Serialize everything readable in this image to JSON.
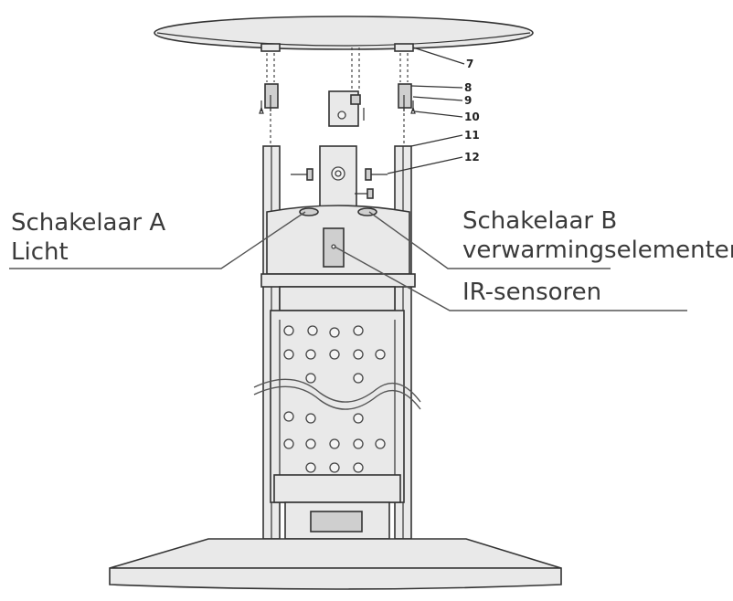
{
  "labels": {
    "switch_a_line1": "Schakelaar A",
    "switch_a_line2": "Licht",
    "switch_b_line1": "Schakelaar B",
    "switch_b_line2": "verwarmingselementen",
    "ir_sensors": "IR-sensoren"
  },
  "part_numbers": [
    "7",
    "8",
    "9",
    "10",
    "11",
    "12"
  ]
}
